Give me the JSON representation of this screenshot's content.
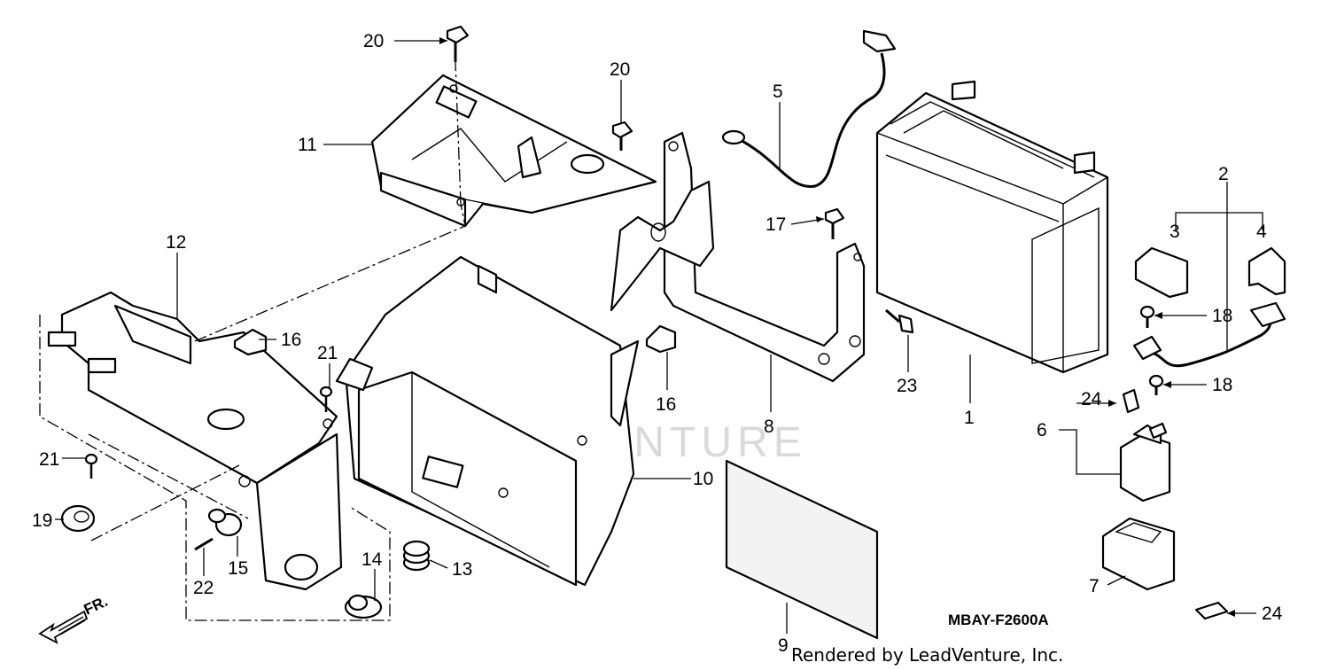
{
  "diagram": {
    "code": "MBAY-F2600A",
    "credit": "Rendered by LeadVenture, Inc.",
    "watermark": "LEADVENTURE",
    "direction_label": "FR.",
    "callouts": {
      "c1": "1",
      "c2": "2",
      "c3": "3",
      "c4": "4",
      "c5": "5",
      "c6": "6",
      "c7": "7",
      "c8": "8",
      "c9": "9",
      "c10": "10",
      "c11": "11",
      "c12": "12",
      "c13": "13",
      "c14": "14",
      "c15": "15",
      "c16a": "16",
      "c16b": "16",
      "c17": "17",
      "c18a": "18",
      "c18b": "18",
      "c19": "19",
      "c20a": "20",
      "c20b": "20",
      "c21a": "21",
      "c21b": "21",
      "c22": "22",
      "c23": "23",
      "c24a": "24",
      "c24b": "24"
    }
  }
}
